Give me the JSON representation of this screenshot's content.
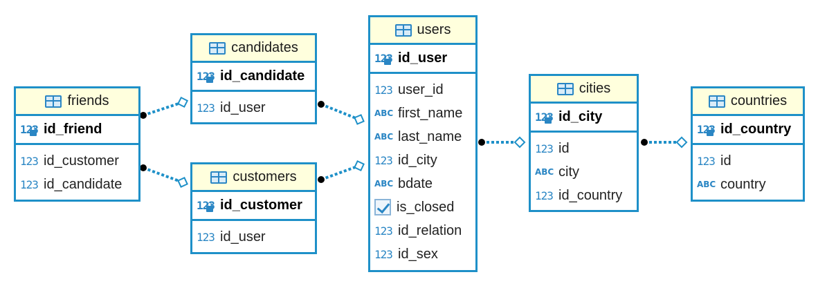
{
  "entities": {
    "friends": {
      "name": "friends",
      "pk": {
        "type": "123",
        "name": "id_friend"
      },
      "columns": [
        {
          "type": "123",
          "name": "id_customer"
        },
        {
          "type": "123",
          "name": "id_candidate"
        }
      ]
    },
    "candidates": {
      "name": "candidates",
      "pk": {
        "type": "123",
        "name": "id_candidate"
      },
      "columns": [
        {
          "type": "123",
          "name": "id_user"
        }
      ]
    },
    "customers": {
      "name": "customers",
      "pk": {
        "type": "123",
        "name": "id_customer"
      },
      "columns": [
        {
          "type": "123",
          "name": "id_user"
        }
      ]
    },
    "users": {
      "name": "users",
      "pk": {
        "type": "123",
        "name": "id_user"
      },
      "columns": [
        {
          "type": "123",
          "name": "user_id"
        },
        {
          "type": "ABC",
          "name": "first_name"
        },
        {
          "type": "ABC",
          "name": "last_name"
        },
        {
          "type": "123",
          "name": "id_city"
        },
        {
          "type": "ABC",
          "name": "bdate"
        },
        {
          "type": "bool",
          "name": "is_closed"
        },
        {
          "type": "123",
          "name": "id_relation"
        },
        {
          "type": "123",
          "name": "id_sex"
        }
      ]
    },
    "cities": {
      "name": "cities",
      "pk": {
        "type": "123",
        "name": "id_city"
      },
      "columns": [
        {
          "type": "123",
          "name": "id"
        },
        {
          "type": "ABC",
          "name": "city"
        },
        {
          "type": "123",
          "name": "id_country"
        }
      ]
    },
    "countries": {
      "name": "countries",
      "pk": {
        "type": "123",
        "name": "id_country"
      },
      "columns": [
        {
          "type": "123",
          "name": "id"
        },
        {
          "type": "ABC",
          "name": "country"
        }
      ]
    }
  },
  "relationships": [
    {
      "from": "friends",
      "to": "candidates"
    },
    {
      "from": "friends",
      "to": "customers"
    },
    {
      "from": "candidates",
      "to": "users"
    },
    {
      "from": "customers",
      "to": "users"
    },
    {
      "from": "users",
      "to": "cities"
    },
    {
      "from": "cities",
      "to": "countries"
    }
  ],
  "colors": {
    "border": "#1e90c8",
    "header": "#ffffdd",
    "connector": "#1e90c8",
    "type_icon": "#2a86c4"
  }
}
